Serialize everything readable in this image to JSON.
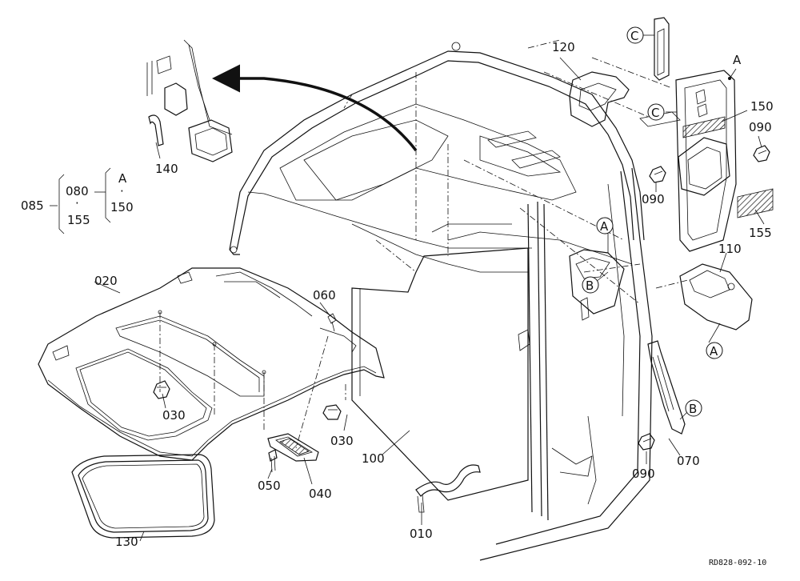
{
  "diagram": {
    "drawing_ref": "RD828-092-10",
    "part_labels": {
      "p010": "010",
      "p020": "020",
      "p030a": "030",
      "p030b": "030",
      "p040": "040",
      "p050": "050",
      "p060": "060",
      "p070": "070",
      "p090a": "090",
      "p090b": "090",
      "p090c": "090",
      "p100": "100",
      "p110": "110",
      "p120": "120",
      "p130": "130",
      "p140": "140",
      "p150": "150",
      "p155": "155"
    },
    "set_group": {
      "parent": "085",
      "child_a": "080",
      "child_b": "155",
      "sub_letter": "A",
      "sub_child": "150",
      "separator": "·"
    },
    "reference_marks": {
      "mark_a1": "A",
      "mark_a2": "A",
      "mark_a3": "A",
      "mark_a4": "A",
      "mark_b1": "B",
      "mark_b2": "B",
      "mark_c1": "C",
      "mark_c2": "C"
    }
  }
}
